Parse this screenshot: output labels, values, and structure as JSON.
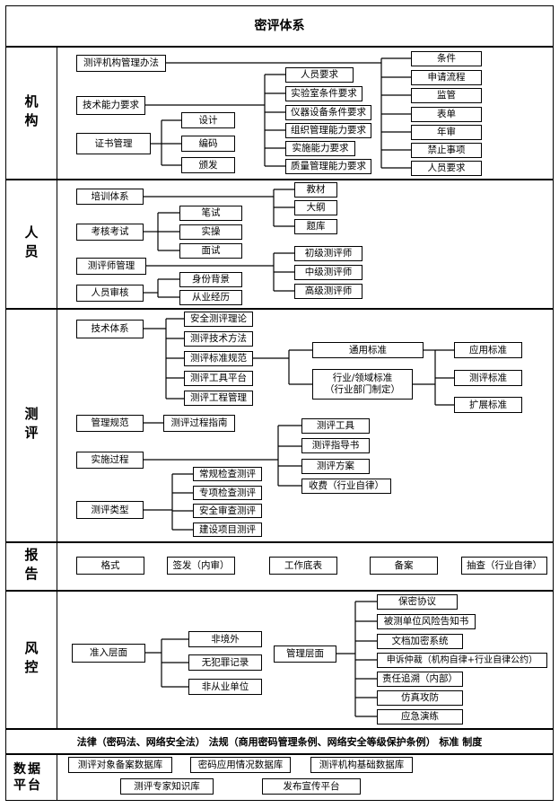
{
  "title": "密评体系",
  "sections": {
    "jigou": "机构",
    "renyuan": "人员",
    "ceping": "测评",
    "baogao": "报告",
    "fengkong": "风控",
    "shuju": "数据平台"
  },
  "jigou": {
    "mgmt": "测评机构管理办法",
    "tech": "技术能力要求",
    "cert": "证书管理",
    "cert_items": [
      "设计",
      "编码",
      "颁发"
    ],
    "tech_items": [
      "人员要求",
      "实验室条件要求",
      "仪器设备条件要求",
      "组织管理能力要求",
      "实施能力要求",
      "质量管理能力要求"
    ],
    "mgmt_items": [
      "条件",
      "申请流程",
      "监管",
      "表单",
      "年审",
      "禁止事项",
      "人员要求"
    ]
  },
  "renyuan": {
    "train": "培训体系",
    "train_items": [
      "教材",
      "大纲",
      "题库"
    ],
    "exam": "考核考试",
    "exam_items": [
      "笔试",
      "实操",
      "面试"
    ],
    "evaluator": "测评师管理",
    "evaluator_items": [
      "初级测评师",
      "中级测评师",
      "高级测评师"
    ],
    "review": "人员审核",
    "review_items": [
      "身份背景",
      "从业经历"
    ]
  },
  "ceping": {
    "tech": "技术体系",
    "tech_items": [
      "安全测评理论",
      "测评技术方法",
      "测评标准规范",
      "测评工具平台",
      "测评工程管理"
    ],
    "general_std": "通用标准",
    "industry_std": "行业/领域标准\n（行业部门制定）",
    "std_items": [
      "应用标准",
      "测评标准",
      "扩展标准"
    ],
    "mgmt_norm": "管理规范",
    "mgmt_guide": "测评过程指南",
    "process": "实施过程",
    "process_items": [
      "测评工具",
      "测评指导书",
      "测评方案",
      "收费（行业自律）"
    ],
    "types": "测评类型",
    "type_items": [
      "常规检查测评",
      "专项检查测评",
      "安全审查测评",
      "建设项目测评"
    ]
  },
  "baogao": {
    "items": [
      "格式",
      "签发（内审）",
      "工作底表",
      "备案",
      "抽查（行业自律）"
    ]
  },
  "fengkong": {
    "access": "准入层面",
    "access_items": [
      "非境外",
      "无犯罪记录",
      "非从业单位"
    ],
    "mgmt": "管理层面",
    "mgmt_items": [
      "保密协议",
      "被测单位风险告知书",
      "文档加密系统",
      "申诉仲裁（机构自律+行业自律公约）",
      "责任追溯（内部）",
      "仿真攻防",
      "应急演练"
    ]
  },
  "law": "法律（密码法、网络安全法）  法规（商用密码管理条例、网络安全等级保护条例）  标准  制度",
  "shuju": {
    "items": [
      "测评对象备案数据库",
      "密码应用情况数据库",
      "测评机构基础数据库",
      "测评专家知识库",
      "发布宣传平台"
    ]
  }
}
